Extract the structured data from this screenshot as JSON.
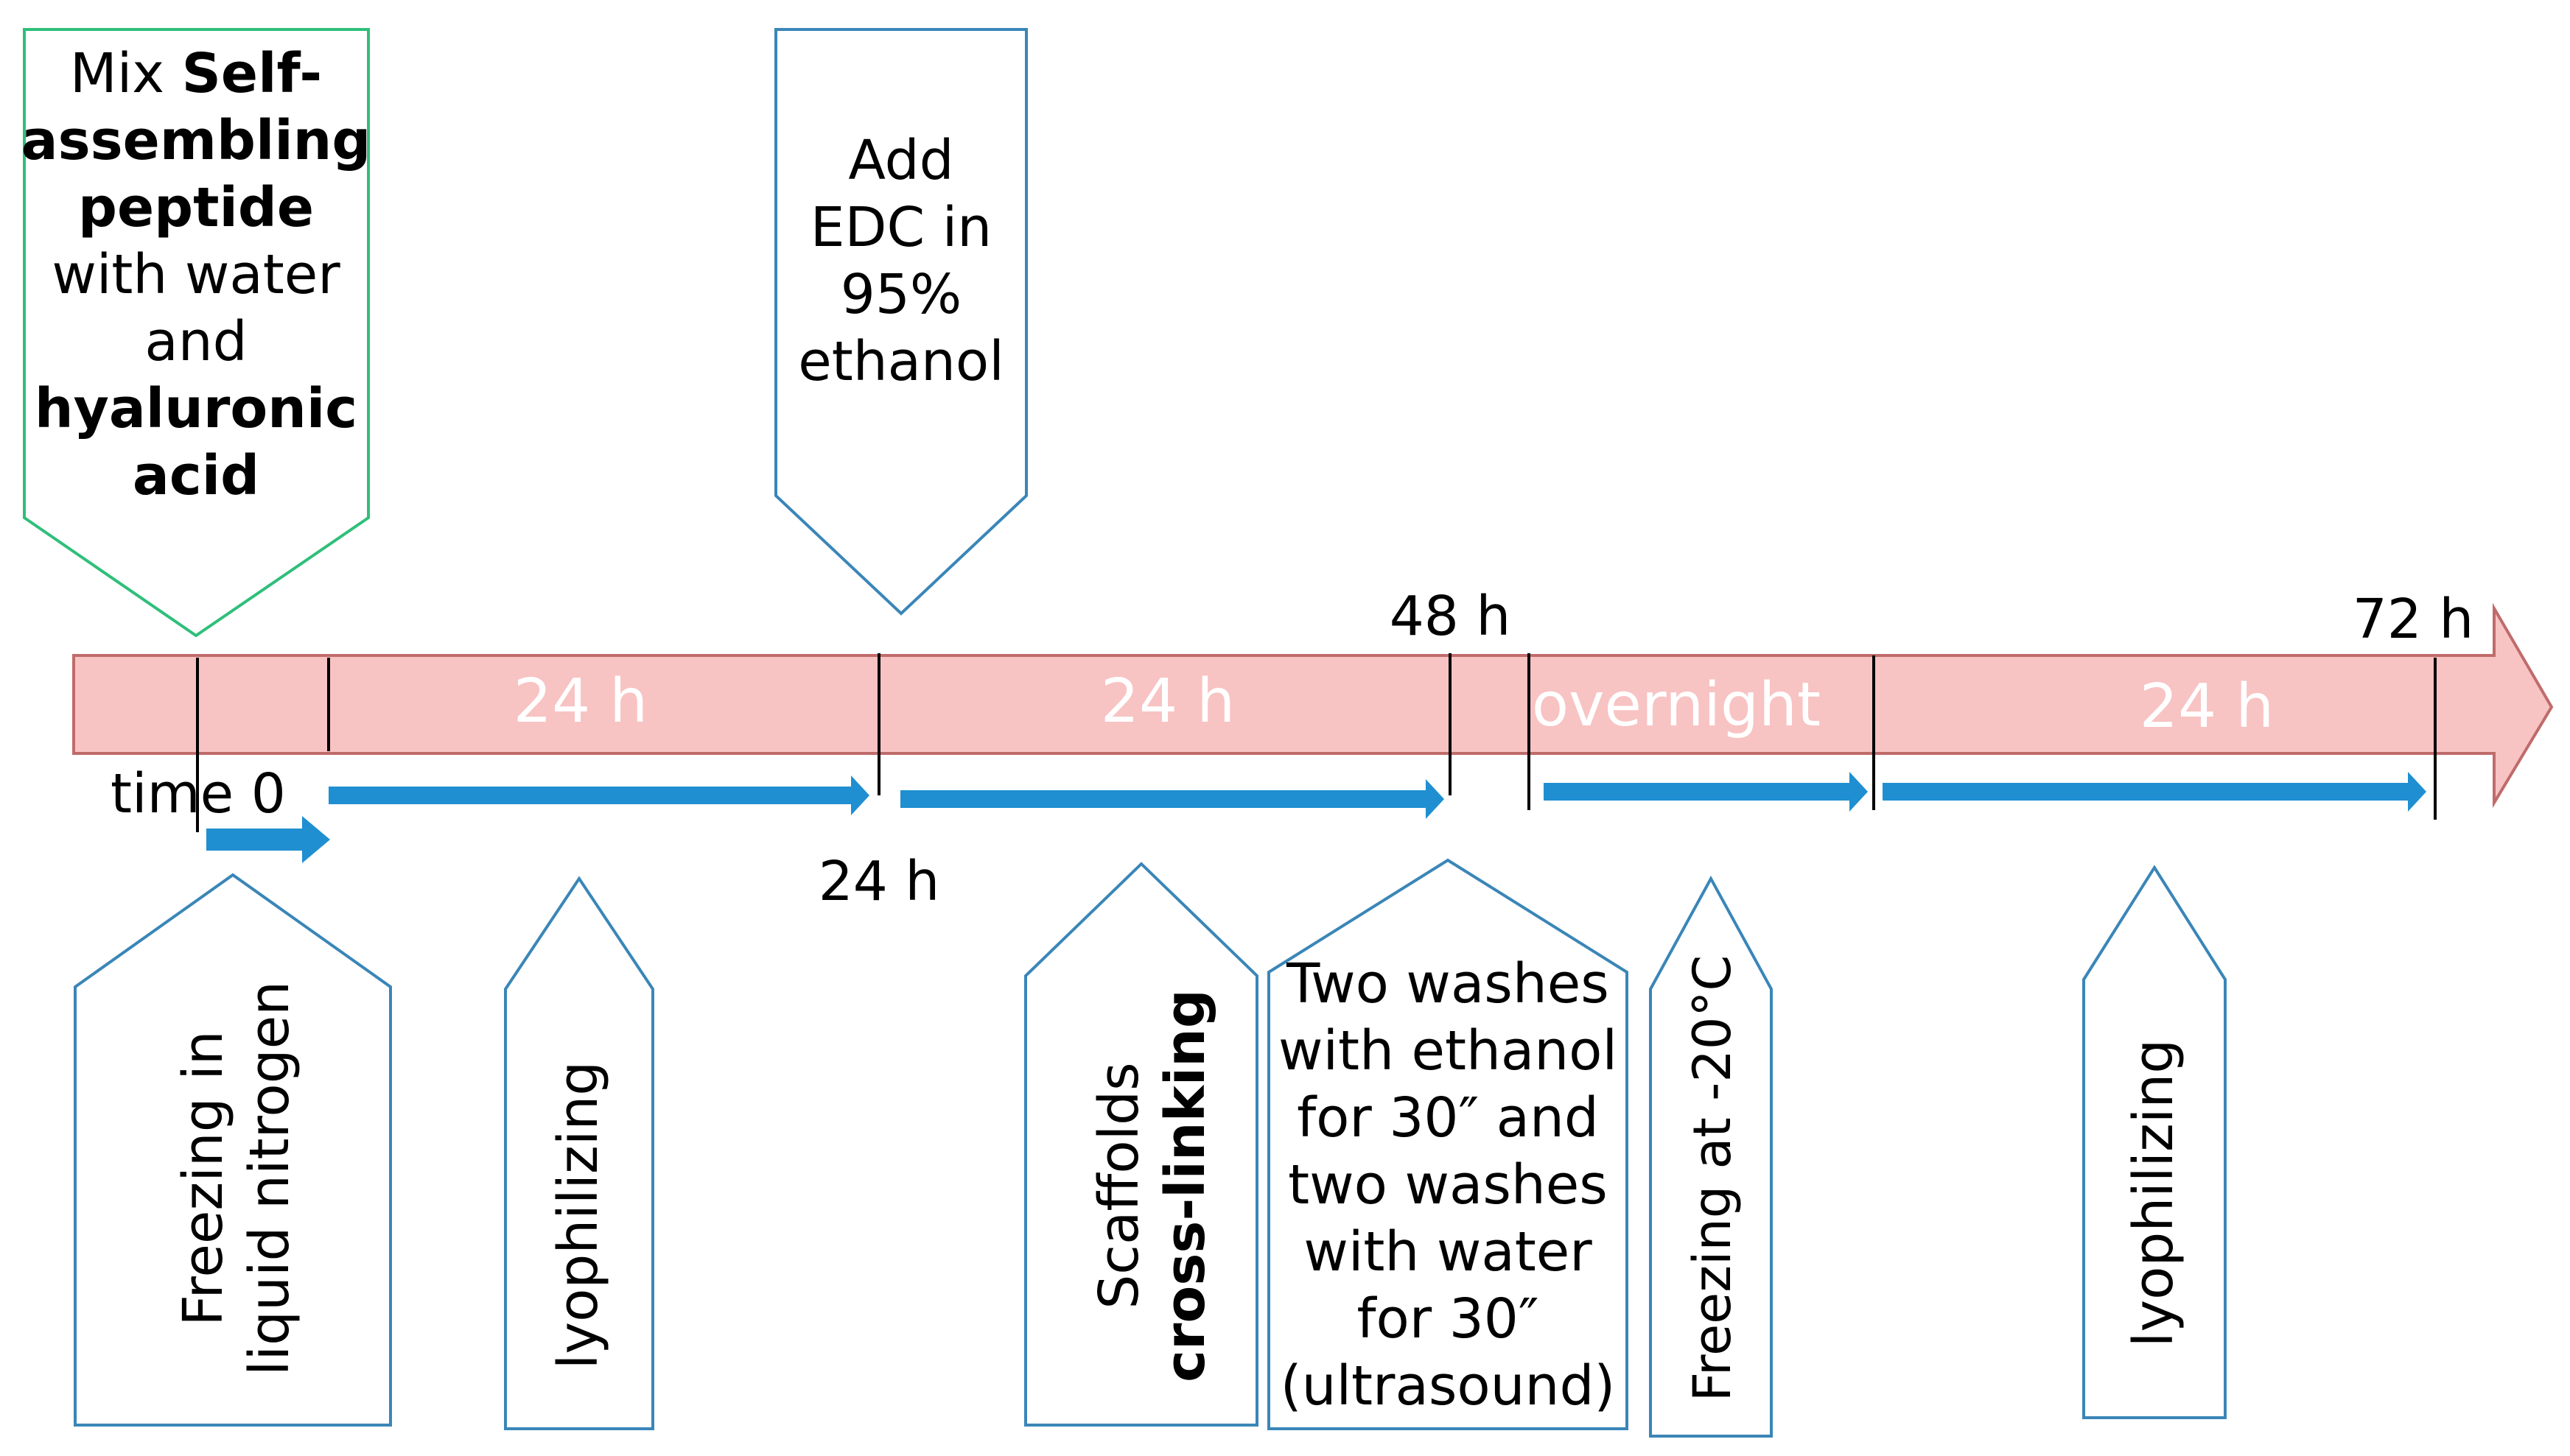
{
  "colors": {
    "timeline_fill": "#f8c3c3",
    "timeline_stroke": "#c06b6b",
    "arrow_blue": "#1f8fd1",
    "callout_green": "#2fbf7a",
    "callout_blue": "#3a86b8",
    "tick": "#000000",
    "segment_text": "#ffffff"
  },
  "timeline": {
    "segment_labels": [
      "24 h",
      "24 h",
      "overnight",
      "24 h"
    ],
    "time_labels": {
      "start": "time 0",
      "mid": "24 h",
      "h48": "48 h",
      "end": "72 h"
    }
  },
  "steps": {
    "mix": {
      "line1_a": "Mix ",
      "line1_b": "Self-",
      "line2": "assembling",
      "line3": "peptide",
      "line4": "with water",
      "line5": "and",
      "line6": "hyaluronic",
      "line7": "acid"
    },
    "edc": {
      "line1": "Add",
      "line2": "EDC in",
      "line3": "95%",
      "line4": "ethanol"
    },
    "freezing_n2": {
      "line1": "Freezing in",
      "line2": "liquid nitrogen"
    },
    "lyophilizing_1": {
      "line1": "lyophilizing"
    },
    "crosslinking": {
      "line1": "Scaffolds",
      "line2": "cross-linking"
    },
    "washes": {
      "line1": "Two washes",
      "line2": "with ethanol",
      "line3": "for 30″ and",
      "line4": "two washes",
      "line5": "with water",
      "line6": "for 30″",
      "line7": "(ultrasound)"
    },
    "freezing_20": {
      "line1": "Freezing at -20°C"
    },
    "lyophilizing_2": {
      "line1": "lyophilizing"
    }
  }
}
